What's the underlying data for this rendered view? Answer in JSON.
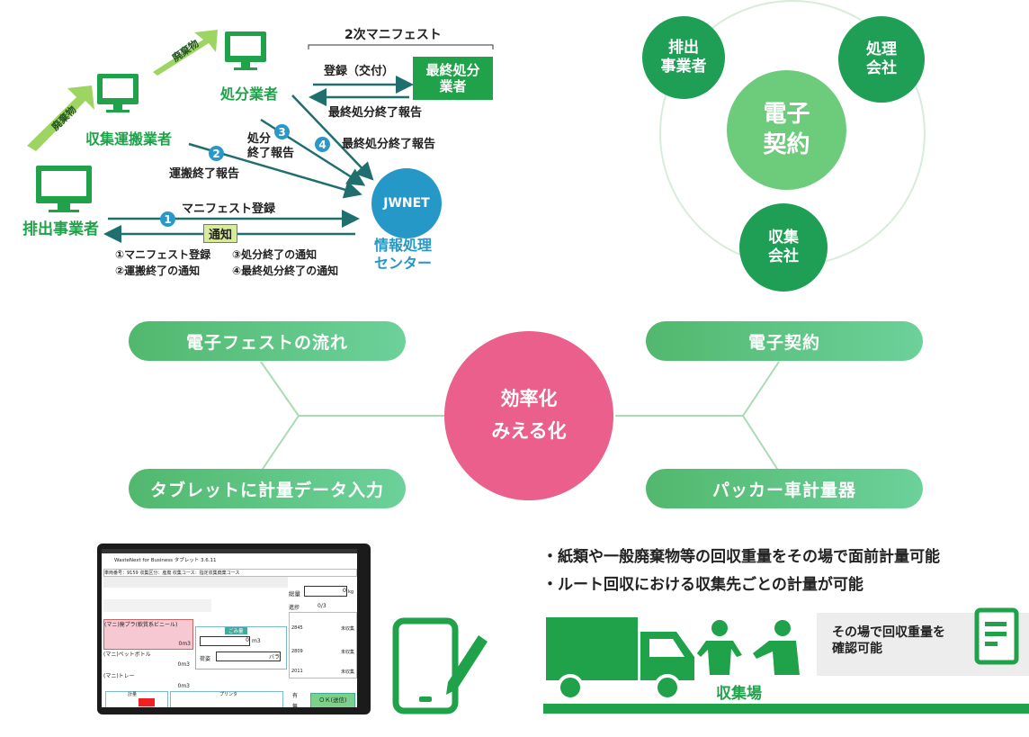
{
  "manifest": {
    "second_manifest": "2次マニフェスト",
    "disposer": "処分業者",
    "collector": "収集運搬業者",
    "emitter": "排出事業者",
    "final_disposer": "最終処分\n業者",
    "waste1": "廃棄物",
    "waste2": "廃棄物",
    "register": "登録（交付）",
    "final_report": "最終処分終了報告",
    "step3": "処分\n終了報告",
    "step4": "最終処分終了報告",
    "step2": "運搬終了報告",
    "step1": "マニフェスト登録",
    "notice": "通知",
    "jwnet": "JWNET",
    "center": "情報処理\nセンター",
    "legend1": "①マニフェスト登録",
    "legend2": "②運搬終了の通知",
    "legend3": "③処分終了の通知",
    "legend4": "④最終処分終了の通知",
    "n1": "1",
    "n2": "2",
    "n3": "3",
    "n4": "4"
  },
  "contract": {
    "center": "電子\n契約",
    "emitter": "排出\n事業者",
    "processor": "処理\n会社",
    "collector": "収集\n会社"
  },
  "middle": {
    "center": "効率化\nみえる化",
    "top_left": "電子フェストの流れ",
    "top_right": "電子契約",
    "bottom_left": "タブレットに計量データ入力",
    "bottom_right": "パッカー車計量器"
  },
  "bottom": {
    "bullet1": "・紙類や一般廃棄物等の回収重量をその場で面前計量可能",
    "bullet2": "・ルート回収における収集先ごとの計量が可能",
    "confirm": "その場で回収重量を\n確認可能",
    "site": "収集場"
  },
  "tablet": {
    "app_title": "WasteNext for Business タブレット 3.6.11",
    "info_row": "車両番号：9159  収集区分：産廃  収集コース：指定収集廃棄コース",
    "weight_label": "総量",
    "weight_value": "0",
    "weight_unit": "kg",
    "progress_label": "進捗",
    "progress_value": "0/3",
    "items": [
      {
        "name": "(マニ)廃プラ(軟質系ビニール)",
        "qty": "0m3"
      },
      {
        "name": "(マニ)ペットボトル",
        "qty": "0m3"
      },
      {
        "name": "(マニ)トレー",
        "qty": "0m3"
      }
    ],
    "trash_label": "ごみ量",
    "trash_value": "0",
    "trash_unit": "m3",
    "pack_label": "荷姿",
    "pack_value": "バラ",
    "list_codes": [
      "2845",
      "2809",
      "2011"
    ],
    "list_status": [
      "未収集",
      "未収集",
      "未収集"
    ],
    "ok_button": "ＯＫ(送信)",
    "radio_yes": "有",
    "radio_no": "無",
    "measure_label": "計量",
    "printer_label": "プリンタ"
  }
}
